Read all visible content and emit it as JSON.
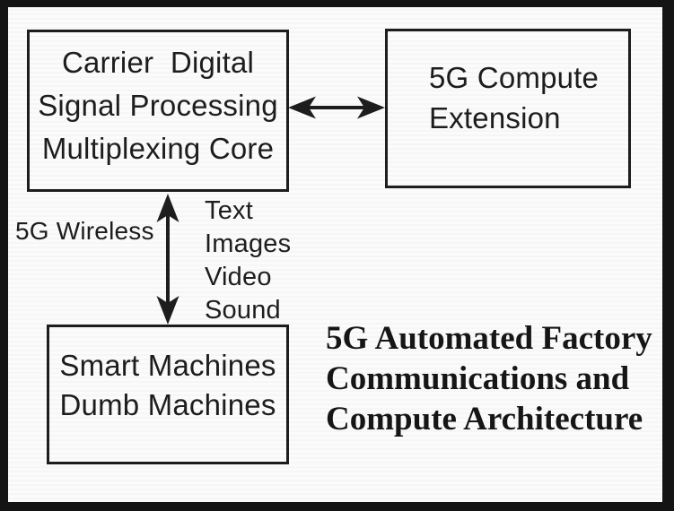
{
  "diagram": {
    "background_color": "#fbfbfb",
    "ink_color": "#1d1d1d",
    "frame_color": "#141414",
    "boxes": {
      "core": {
        "lines": [
          "Carrier  Digital",
          "Signal Processing",
          "Multiplexing Core"
        ]
      },
      "compute": {
        "lines": [
          "5G Compute",
          "Extension"
        ]
      },
      "machines": {
        "lines": [
          "Smart Machines",
          "Dumb Machines"
        ]
      }
    },
    "labels": {
      "wireless": "5G Wireless",
      "payload": [
        "Text",
        "Images",
        "Video",
        "Sound"
      ]
    },
    "arrows": {
      "horizontal": "bidirectional arrow between Carrier DSP Multiplexing Core and 5G Compute Extension",
      "vertical": "bidirectional arrow between Carrier DSP Multiplexing Core and Smart/Dumb Machines"
    },
    "title_lines": [
      "5G Automated Factory",
      "Communications and",
      "Compute Architecture"
    ]
  }
}
